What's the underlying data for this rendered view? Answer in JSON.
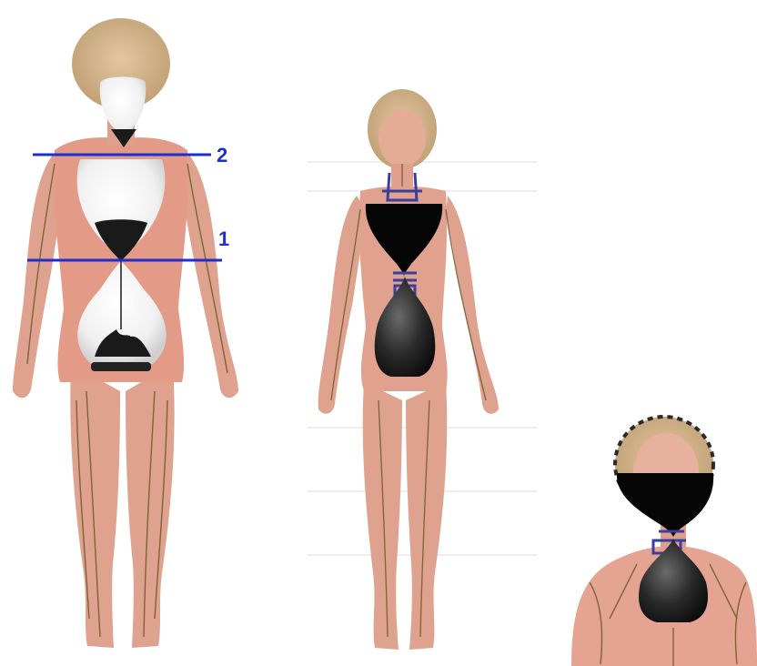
{
  "markers": [
    {
      "label": "2"
    },
    {
      "label": "1"
    }
  ],
  "colors": {
    "skin": "#dfa08e",
    "skin_dark": "#cf8574",
    "hair": "#d6b58c",
    "lymph": "#6b5a2a",
    "hourglass_glass": "#f2f2f2",
    "hourglass_sand": "#1a1a1a",
    "marker_line": "#1f2fcf",
    "vessel_blue": "#3a3f9a"
  },
  "figures": [
    {
      "name": "figure-left",
      "description_icon": "anatomy-figure-icon"
    },
    {
      "name": "figure-middle",
      "description_icon": "anatomy-figure-icon"
    },
    {
      "name": "figure-right-bust",
      "description_icon": "anatomy-bust-icon"
    }
  ]
}
